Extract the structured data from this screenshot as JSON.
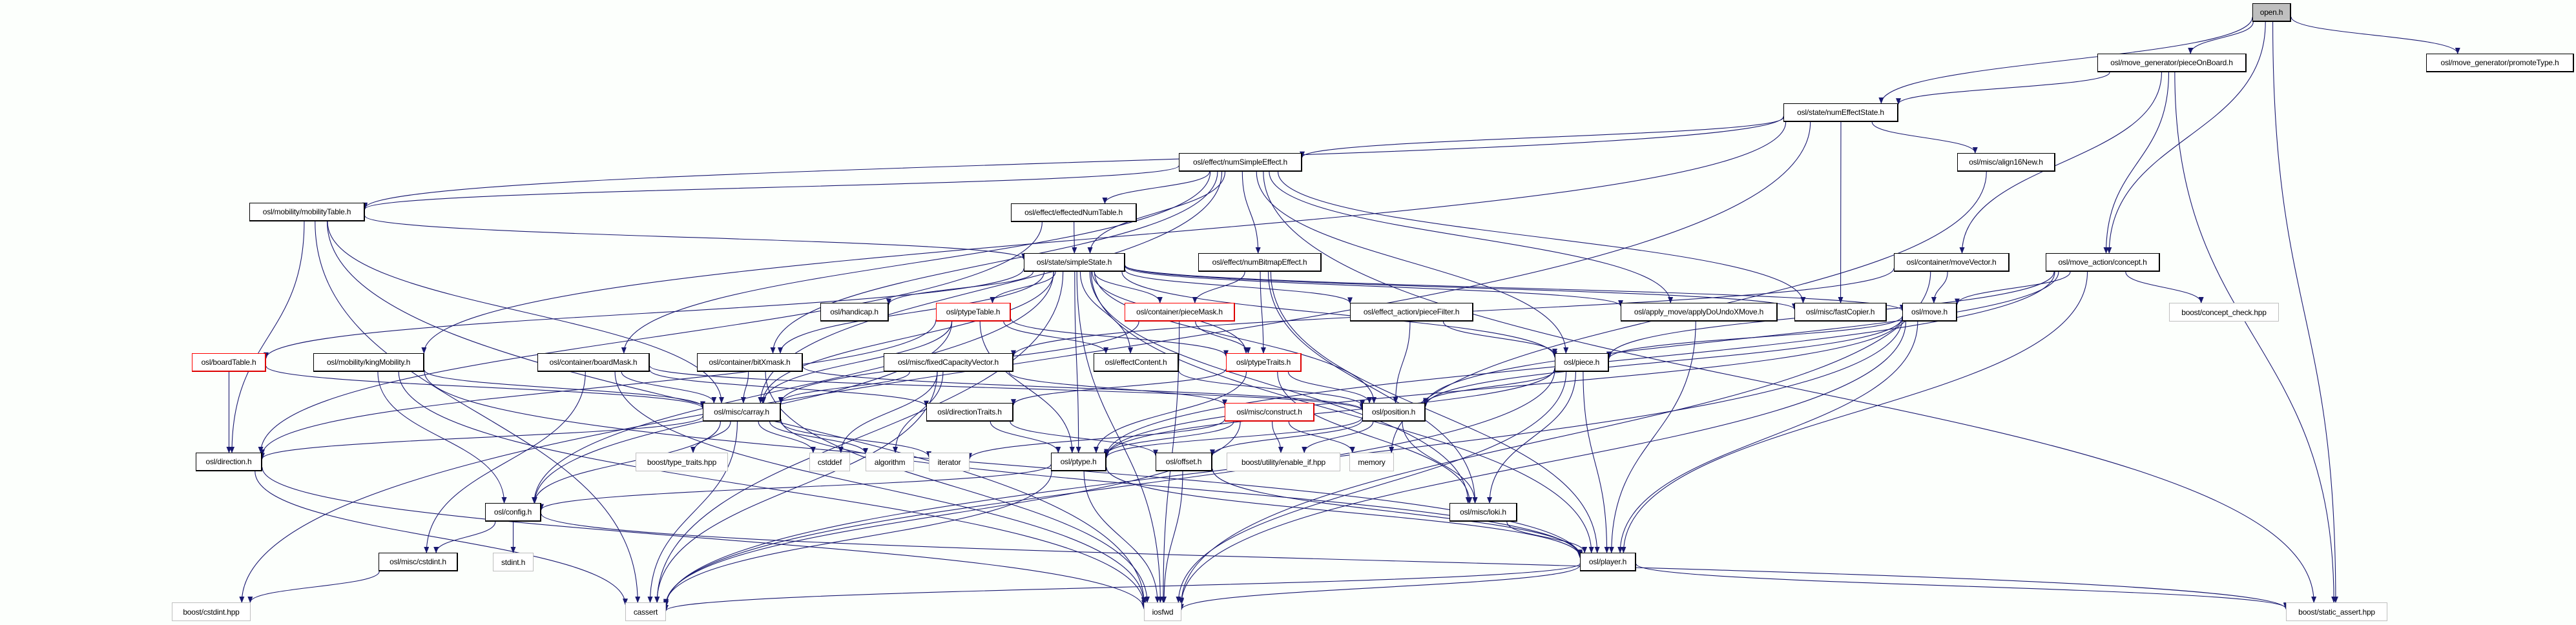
{
  "title": "open.h include dependency graph",
  "colors": {
    "edge": "#191970",
    "root_fill": "#bfbfbf",
    "truncated_border": "#ff0000",
    "external_border": "#bfbfbf"
  },
  "nodes": [
    {
      "id": "open",
      "label": "open.h",
      "kind": "root"
    },
    {
      "id": "pieceOnBoard",
      "label": "osl/move_generator/pieceOnBoard.h",
      "kind": "normal"
    },
    {
      "id": "promoteType",
      "label": "osl/move_generator/promoteType.h",
      "kind": "normal"
    },
    {
      "id": "numEffectState",
      "label": "osl/state/numEffectState.h",
      "kind": "normal"
    },
    {
      "id": "align16New",
      "label": "osl/misc/align16New.h",
      "kind": "normal"
    },
    {
      "id": "numSimpleEffect",
      "label": "osl/effect/numSimpleEffect.h",
      "kind": "normal"
    },
    {
      "id": "effectedNumTable",
      "label": "osl/effect/effectedNumTable.h",
      "kind": "normal"
    },
    {
      "id": "mobilityTable",
      "label": "osl/mobility/mobilityTable.h",
      "kind": "normal"
    },
    {
      "id": "simpleState",
      "label": "osl/state/simpleState.h",
      "kind": "normal"
    },
    {
      "id": "numBitmapEffect",
      "label": "osl/effect/numBitmapEffect.h",
      "kind": "normal"
    },
    {
      "id": "moveVector",
      "label": "osl/container/moveVector.h",
      "kind": "normal"
    },
    {
      "id": "concept",
      "label": "osl/move_action/concept.h",
      "kind": "normal"
    },
    {
      "id": "handicap",
      "label": "osl/handicap.h",
      "kind": "normal"
    },
    {
      "id": "ptypeTable",
      "label": "osl/ptypeTable.h",
      "kind": "truncated"
    },
    {
      "id": "pieceMask",
      "label": "osl/container/pieceMask.h",
      "kind": "truncated"
    },
    {
      "id": "pieceFilter",
      "label": "osl/effect_action/pieceFilter.h",
      "kind": "normal"
    },
    {
      "id": "applyDoUndoXMove",
      "label": "osl/apply_move/applyDoUndoXMove.h",
      "kind": "normal"
    },
    {
      "id": "fastCopier",
      "label": "osl/misc/fastCopier.h",
      "kind": "normal"
    },
    {
      "id": "move",
      "label": "osl/move.h",
      "kind": "normal"
    },
    {
      "id": "conceptCheck",
      "label": "boost/concept_check.hpp",
      "kind": "external"
    },
    {
      "id": "boardTable",
      "label": "osl/boardTable.h",
      "kind": "truncated"
    },
    {
      "id": "kingMobility",
      "label": "osl/mobility/kingMobility.h",
      "kind": "normal"
    },
    {
      "id": "boardMask",
      "label": "osl/container/boardMask.h",
      "kind": "normal"
    },
    {
      "id": "bitXmask",
      "label": "osl/container/bitXmask.h",
      "kind": "normal"
    },
    {
      "id": "fixedCapacityVector",
      "label": "osl/misc/fixedCapacityVector.h",
      "kind": "normal"
    },
    {
      "id": "effectContent",
      "label": "osl/effectContent.h",
      "kind": "normal"
    },
    {
      "id": "ptypeTraits",
      "label": "osl/ptypeTraits.h",
      "kind": "truncated"
    },
    {
      "id": "piece",
      "label": "osl/piece.h",
      "kind": "normal"
    },
    {
      "id": "carray",
      "label": "osl/misc/carray.h",
      "kind": "normal"
    },
    {
      "id": "directionTraits",
      "label": "osl/directionTraits.h",
      "kind": "normal"
    },
    {
      "id": "construct",
      "label": "osl/misc/construct.h",
      "kind": "truncated"
    },
    {
      "id": "position",
      "label": "osl/position.h",
      "kind": "normal"
    },
    {
      "id": "direction",
      "label": "osl/direction.h",
      "kind": "normal"
    },
    {
      "id": "typeTraits",
      "label": "boost/type_traits.hpp",
      "kind": "external"
    },
    {
      "id": "cstddef",
      "label": "cstddef",
      "kind": "external"
    },
    {
      "id": "algorithm",
      "label": "algorithm",
      "kind": "external"
    },
    {
      "id": "iterator",
      "label": "iterator",
      "kind": "external"
    },
    {
      "id": "ptype",
      "label": "osl/ptype.h",
      "kind": "normal"
    },
    {
      "id": "offset",
      "label": "osl/offset.h",
      "kind": "normal"
    },
    {
      "id": "enableIf",
      "label": "boost/utility/enable_if.hpp",
      "kind": "external"
    },
    {
      "id": "memory",
      "label": "memory",
      "kind": "external"
    },
    {
      "id": "config",
      "label": "osl/config.h",
      "kind": "normal"
    },
    {
      "id": "loki",
      "label": "osl/misc/loki.h",
      "kind": "normal"
    },
    {
      "id": "cstdint",
      "label": "osl/misc/cstdint.h",
      "kind": "normal"
    },
    {
      "id": "stdint",
      "label": "stdint.h",
      "kind": "external"
    },
    {
      "id": "player",
      "label": "osl/player.h",
      "kind": "normal"
    },
    {
      "id": "boostCstdint",
      "label": "boost/cstdint.hpp",
      "kind": "external"
    },
    {
      "id": "cassert",
      "label": "cassert",
      "kind": "external"
    },
    {
      "id": "iosfwd",
      "label": "iosfwd",
      "kind": "external"
    },
    {
      "id": "staticAssert",
      "label": "boost/static_assert.hpp",
      "kind": "external"
    }
  ],
  "edges": [
    [
      "open",
      "pieceOnBoard"
    ],
    [
      "open",
      "promoteType"
    ],
    [
      "open",
      "numEffectState"
    ],
    [
      "open",
      "concept"
    ],
    [
      "open",
      "staticAssert"
    ],
    [
      "pieceOnBoard",
      "numEffectState"
    ],
    [
      "pieceOnBoard",
      "moveVector"
    ],
    [
      "pieceOnBoard",
      "concept"
    ],
    [
      "pieceOnBoard",
      "staticAssert"
    ],
    [
      "numEffectState",
      "numSimpleEffect"
    ],
    [
      "numEffectState",
      "align16New"
    ],
    [
      "numEffectState",
      "kingMobility"
    ],
    [
      "numEffectState",
      "fastCopier"
    ],
    [
      "numEffectState",
      "boostCstdint"
    ],
    [
      "numEffectState",
      "mobilityTable"
    ],
    [
      "align16New",
      "memory"
    ],
    [
      "numSimpleEffect",
      "mobilityTable"
    ],
    [
      "numSimpleEffect",
      "effectedNumTable"
    ],
    [
      "numSimpleEffect",
      "simpleState"
    ],
    [
      "numSimpleEffect",
      "numBitmapEffect"
    ],
    [
      "numSimpleEffect",
      "boardMask"
    ],
    [
      "numSimpleEffect",
      "bitXmask"
    ],
    [
      "numSimpleEffect",
      "carray"
    ],
    [
      "numSimpleEffect",
      "applyDoUndoXMove"
    ],
    [
      "numSimpleEffect",
      "fastCopier"
    ],
    [
      "numSimpleEffect",
      "piece"
    ],
    [
      "numSimpleEffect",
      "staticAssert"
    ],
    [
      "effectedNumTable",
      "simpleState"
    ],
    [
      "effectedNumTable",
      "direction"
    ],
    [
      "mobilityTable",
      "simpleState"
    ],
    [
      "mobilityTable",
      "carray"
    ],
    [
      "mobilityTable",
      "direction"
    ],
    [
      "mobilityTable",
      "cassert"
    ],
    [
      "mobilityTable",
      "iosfwd"
    ],
    [
      "simpleState",
      "handicap"
    ],
    [
      "simpleState",
      "ptypeTable"
    ],
    [
      "simpleState",
      "pieceMask"
    ],
    [
      "simpleState",
      "pieceFilter"
    ],
    [
      "simpleState",
      "applyDoUndoXMove"
    ],
    [
      "simpleState",
      "fastCopier"
    ],
    [
      "simpleState",
      "move"
    ],
    [
      "simpleState",
      "boardTable"
    ],
    [
      "simpleState",
      "bitXmask"
    ],
    [
      "simpleState",
      "carray"
    ],
    [
      "simpleState",
      "effectContent"
    ],
    [
      "simpleState",
      "ptypeTraits"
    ],
    [
      "simpleState",
      "piece"
    ],
    [
      "simpleState",
      "position"
    ],
    [
      "simpleState",
      "ptype"
    ],
    [
      "simpleState",
      "player"
    ],
    [
      "simpleState",
      "config"
    ],
    [
      "simpleState",
      "loki"
    ],
    [
      "simpleState",
      "iosfwd"
    ],
    [
      "simpleState",
      "cassert"
    ],
    [
      "numBitmapEffect",
      "pieceMask"
    ],
    [
      "numBitmapEffect",
      "ptypeTraits"
    ],
    [
      "numBitmapEffect",
      "loki"
    ],
    [
      "numBitmapEffect",
      "player"
    ],
    [
      "moveVector",
      "move"
    ],
    [
      "moveVector",
      "fixedCapacityVector"
    ],
    [
      "moveVector",
      "iosfwd"
    ],
    [
      "concept",
      "move"
    ],
    [
      "concept",
      "conceptCheck"
    ],
    [
      "concept",
      "piece"
    ],
    [
      "concept",
      "position"
    ],
    [
      "concept",
      "ptype"
    ],
    [
      "concept",
      "player"
    ],
    [
      "ptypeTable",
      "ptypeTraits"
    ],
    [
      "ptypeTable",
      "effectContent"
    ],
    [
      "ptypeTable",
      "carray"
    ],
    [
      "ptypeTable",
      "direction"
    ],
    [
      "ptypeTable",
      "ptype"
    ],
    [
      "ptypeTable",
      "config"
    ],
    [
      "pieceMask",
      "ptypeTraits"
    ],
    [
      "pieceMask",
      "carray"
    ],
    [
      "pieceMask",
      "iosfwd"
    ],
    [
      "pieceFilter",
      "piece"
    ],
    [
      "pieceFilter",
      "position"
    ],
    [
      "applyDoUndoXMove",
      "player"
    ],
    [
      "move",
      "piece"
    ],
    [
      "move",
      "ptype"
    ],
    [
      "move",
      "position"
    ],
    [
      "move",
      "player"
    ],
    [
      "move",
      "iosfwd"
    ],
    [
      "move",
      "cassert"
    ],
    [
      "boardTable",
      "carray"
    ],
    [
      "boardTable",
      "direction"
    ],
    [
      "kingMobility",
      "carray"
    ],
    [
      "kingMobility",
      "config"
    ],
    [
      "kingMobility",
      "player"
    ],
    [
      "kingMobility",
      "iosfwd"
    ],
    [
      "boardMask",
      "carray"
    ],
    [
      "boardMask",
      "directionTraits"
    ],
    [
      "boardMask",
      "position"
    ],
    [
      "boardMask",
      "cstdint"
    ],
    [
      "boardMask",
      "iosfwd"
    ],
    [
      "bitXmask",
      "carray"
    ],
    [
      "bitXmask",
      "position"
    ],
    [
      "bitXmask",
      "iosfwd"
    ],
    [
      "fixedCapacityVector",
      "carray"
    ],
    [
      "fixedCapacityVector",
      "construct"
    ],
    [
      "fixedCapacityVector",
      "cstddef"
    ],
    [
      "fixedCapacityVector",
      "algorithm"
    ],
    [
      "fixedCapacityVector",
      "cassert"
    ],
    [
      "effectContent",
      "position"
    ],
    [
      "ptypeTraits",
      "directionTraits"
    ],
    [
      "ptypeTraits",
      "position"
    ],
    [
      "ptypeTraits",
      "ptype"
    ],
    [
      "ptypeTraits",
      "loki"
    ],
    [
      "piece",
      "position"
    ],
    [
      "piece",
      "ptype"
    ],
    [
      "piece",
      "player"
    ],
    [
      "piece",
      "loki"
    ],
    [
      "piece",
      "iosfwd"
    ],
    [
      "piece",
      "cassert"
    ],
    [
      "carray",
      "direction"
    ],
    [
      "carray",
      "typeTraits"
    ],
    [
      "carray",
      "cstddef"
    ],
    [
      "carray",
      "algorithm"
    ],
    [
      "carray",
      "iterator"
    ],
    [
      "carray",
      "config"
    ],
    [
      "carray",
      "cassert"
    ],
    [
      "carray",
      "player"
    ],
    [
      "directionTraits",
      "ptype"
    ],
    [
      "directionTraits",
      "offset"
    ],
    [
      "construct",
      "iterator"
    ],
    [
      "construct",
      "enableIf"
    ],
    [
      "construct",
      "memory"
    ],
    [
      "construct",
      "ptype"
    ],
    [
      "construct",
      "cassert"
    ],
    [
      "position",
      "offset"
    ],
    [
      "position",
      "loki"
    ],
    [
      "position",
      "ptype"
    ],
    [
      "position",
      "enableIf"
    ],
    [
      "direction",
      "cassert"
    ],
    [
      "direction",
      "iosfwd"
    ],
    [
      "ptype",
      "config"
    ],
    [
      "ptype",
      "player"
    ],
    [
      "ptype",
      "cassert"
    ],
    [
      "ptype",
      "iosfwd"
    ],
    [
      "offset",
      "player"
    ],
    [
      "offset",
      "iosfwd"
    ],
    [
      "config",
      "cstdint"
    ],
    [
      "config",
      "stdint"
    ],
    [
      "config",
      "staticAssert"
    ],
    [
      "loki",
      "player"
    ],
    [
      "cstdint",
      "boostCstdint"
    ],
    [
      "player",
      "cassert"
    ],
    [
      "player",
      "iosfwd"
    ],
    [
      "player",
      "staticAssert"
    ]
  ]
}
